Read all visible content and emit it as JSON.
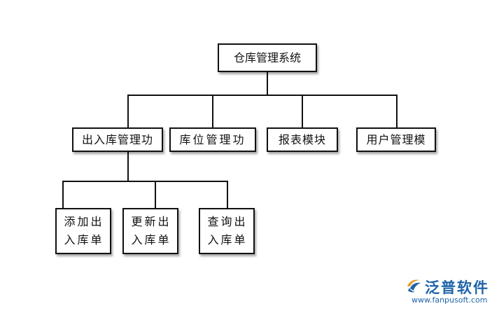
{
  "diagram": {
    "root": {
      "label": "仓库管理系统"
    },
    "level1": [
      {
        "id": "io",
        "label": "出入库管理功"
      },
      {
        "id": "location",
        "label": "库位管理功"
      },
      {
        "id": "report",
        "label": "报表模块"
      },
      {
        "id": "user",
        "label": "用户管理模"
      }
    ],
    "level2": [
      {
        "id": "add",
        "lines": [
          "添加出",
          "入库单"
        ]
      },
      {
        "id": "update",
        "lines": [
          "更新出",
          "入库单"
        ]
      },
      {
        "id": "query",
        "lines": [
          "查询出",
          "入库单"
        ]
      }
    ]
  },
  "logo": {
    "name": "泛普软件",
    "url": "www.fanpusoft.com",
    "brand_color": "#1e64a8",
    "accent_color": "#e89a2e",
    "icon": "fanpu-logo-icon"
  }
}
